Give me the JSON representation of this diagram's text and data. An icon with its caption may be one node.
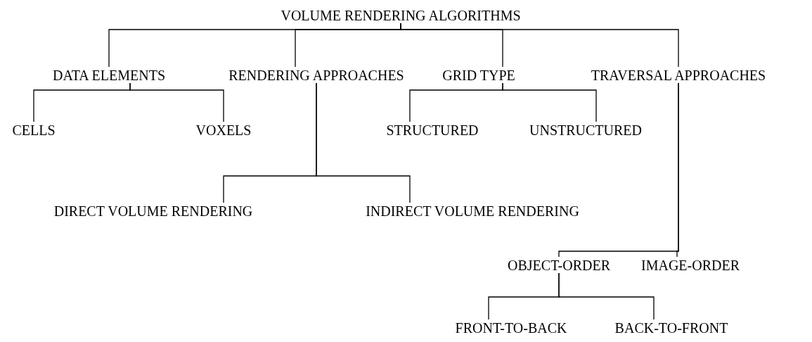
{
  "diagram": {
    "nodes": [
      {
        "text": [
          "VOLUME RENDERING ALGORITHMS"
        ]
      },
      {
        "text": [
          "DATA ELEMENTS"
        ]
      },
      {
        "text": [
          "RENDERING APPROACHES"
        ]
      },
      {
        "text": [
          "GRID TYPE"
        ]
      },
      {
        "text": [
          "TRAVERSAL APPROACHES"
        ]
      },
      {
        "text": [
          "CELLS"
        ]
      },
      {
        "text": [
          "VOXELS"
        ]
      },
      {
        "text": [
          "STRUCTURED"
        ]
      },
      {
        "text": [
          "UNSTRUCTURED"
        ]
      },
      {
        "text": [
          "DIRECT VOLUME RENDERING"
        ]
      },
      {
        "text": [
          "INDIRECT VOLUME RENDERING"
        ]
      },
      {
        "text": [
          "OBJECT-ORDER"
        ]
      },
      {
        "text": [
          "IMAGE-ORDER"
        ]
      },
      {
        "text": [
          "FRONT-TO-BACK"
        ]
      },
      {
        "text": [
          "BACK-TO-FRONT"
        ]
      }
    ],
    "edges": [
      {
        "from": 0,
        "to": 1,
        "arrow": "none"
      },
      {
        "from": 0,
        "to": 2,
        "arrow": "none"
      },
      {
        "from": 0,
        "to": 3,
        "arrow": "none"
      },
      {
        "from": 0,
        "to": 4,
        "arrow": "none"
      },
      {
        "from": 1,
        "to": 5,
        "arrow": "none"
      },
      {
        "from": 1,
        "to": 6,
        "arrow": "none"
      },
      {
        "from": 2,
        "to": 9,
        "arrow": "none"
      },
      {
        "from": 2,
        "to": 10,
        "arrow": "none"
      },
      {
        "from": 3,
        "to": 7,
        "arrow": "none"
      },
      {
        "from": 3,
        "to": 8,
        "arrow": "none"
      },
      {
        "from": 4,
        "to": 11,
        "arrow": "none"
      },
      {
        "from": 4,
        "to": 12,
        "arrow": "none"
      },
      {
        "from": 11,
        "to": 13,
        "arrow": "none"
      },
      {
        "from": 11,
        "to": 14,
        "arrow": "none"
      }
    ]
  }
}
